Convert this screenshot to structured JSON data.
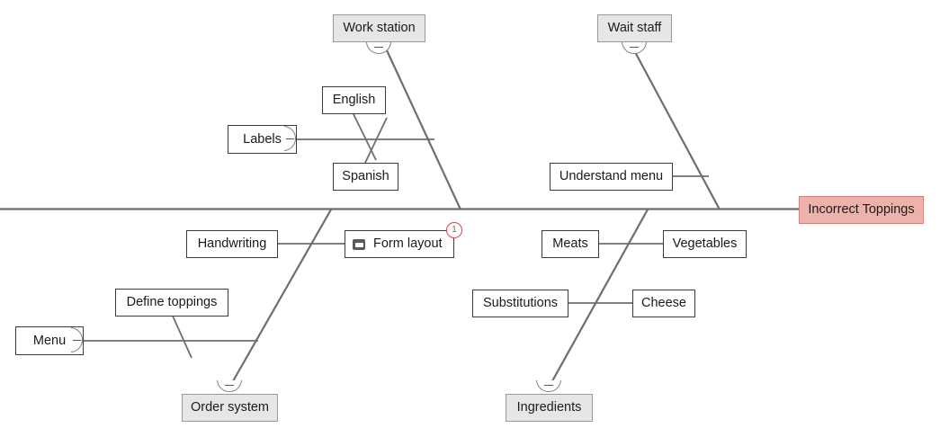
{
  "diagram": {
    "type": "fishbone-ishikawa",
    "effect": {
      "label": "Incorrect Toppings",
      "fill": "#eeb2ac",
      "border": "#d0837e"
    },
    "spine_color": "#6e6e6e",
    "category_fill": "#e6e6e6",
    "category_border": "#999999",
    "collapse_glyph": "–",
    "categories": [
      {
        "id": "work-station",
        "label": "Work station",
        "position": "top-left",
        "causes": [
          {
            "id": "labels",
            "label": "Labels",
            "has_collapse": true
          },
          {
            "id": "english",
            "label": "English"
          },
          {
            "id": "spanish",
            "label": "Spanish"
          }
        ]
      },
      {
        "id": "wait-staff",
        "label": "Wait staff",
        "position": "top-right",
        "causes": [
          {
            "id": "understand-menu",
            "label": "Understand menu"
          }
        ]
      },
      {
        "id": "order-system",
        "label": "Order system",
        "position": "bottom-left",
        "causes": [
          {
            "id": "menu",
            "label": "Menu",
            "has_collapse": true
          },
          {
            "id": "define-toppings",
            "label": "Define toppings"
          },
          {
            "id": "handwriting",
            "label": "Handwriting"
          },
          {
            "id": "form-layout",
            "label": "Form layout",
            "icon": "note-icon",
            "badge": "1"
          }
        ]
      },
      {
        "id": "ingredients",
        "label": "Ingredients",
        "position": "bottom-right",
        "causes": [
          {
            "id": "meats",
            "label": "Meats"
          },
          {
            "id": "vegetables",
            "label": "Vegetables"
          },
          {
            "id": "substitutions",
            "label": "Substitutions"
          },
          {
            "id": "cheese",
            "label": "Cheese"
          }
        ]
      }
    ]
  }
}
